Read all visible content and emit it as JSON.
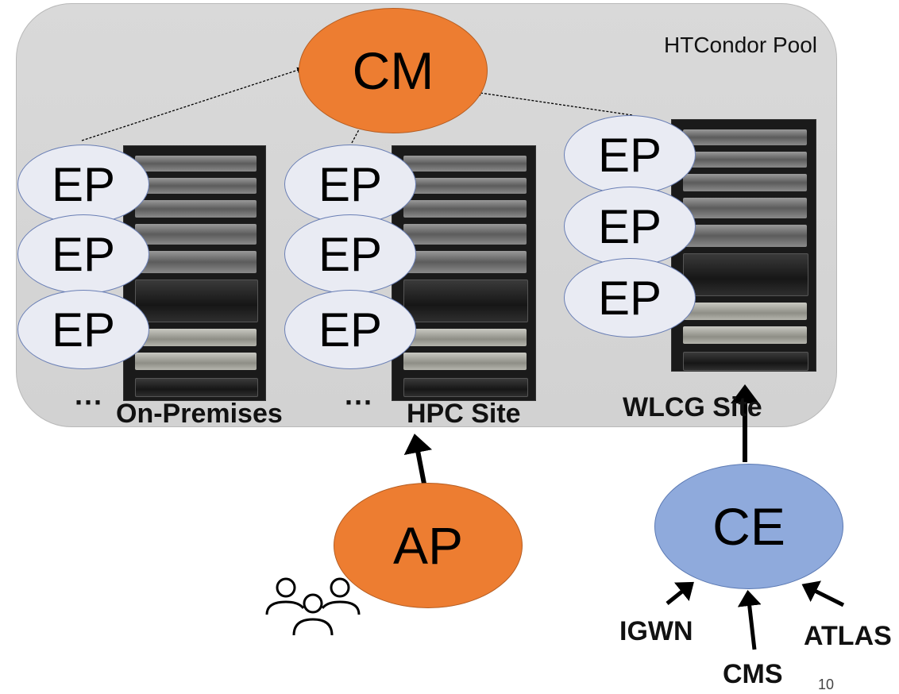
{
  "pool": {
    "title": "HTCondor Pool"
  },
  "nodes": {
    "cm": "CM",
    "ap": "AP",
    "ce": "CE",
    "ep": "EP"
  },
  "sites": {
    "on_premises": "On-Premises",
    "hpc": "HPC Site",
    "wlcg": "WLCG Site",
    "ellipsis": "···"
  },
  "sources": [
    "IGWN",
    "CMS",
    "ATLAS"
  ],
  "page_number": "10",
  "colors": {
    "orange": "#ed7d31",
    "blue": "#8faadc",
    "ep_fill": "#e9ebf3",
    "pool_bg": "#d9d9d9"
  },
  "icons": {
    "users": "users-icon"
  }
}
